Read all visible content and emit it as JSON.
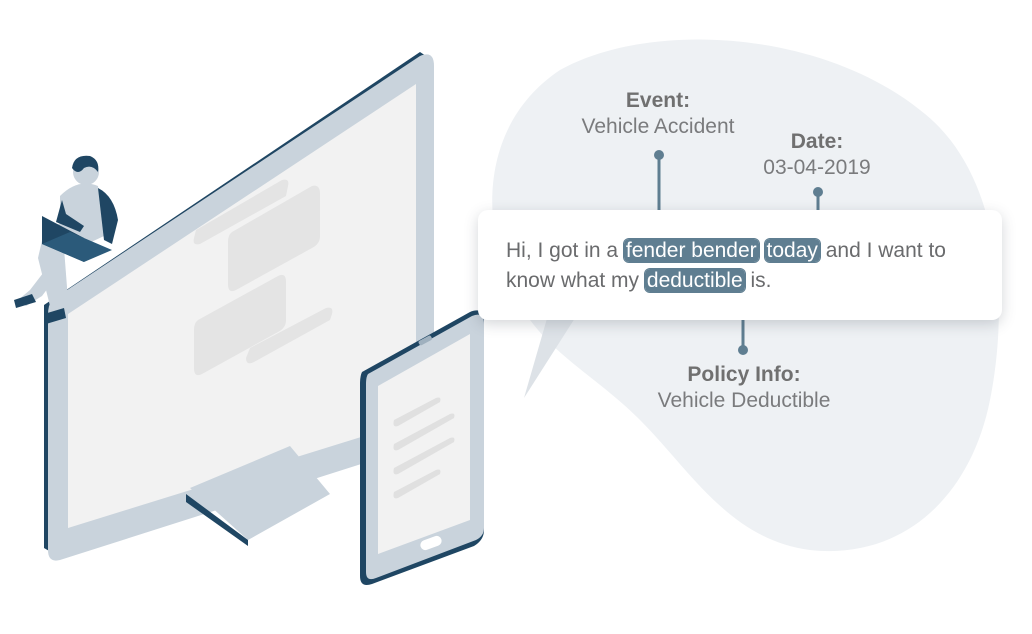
{
  "annotations": {
    "event": {
      "title": "Event:",
      "value": "Vehicle Accident"
    },
    "date": {
      "title": "Date:",
      "value": "03-04-2019"
    },
    "policy": {
      "title": "Policy Info:",
      "value": "Vehicle Deductible"
    }
  },
  "message": {
    "part1": "Hi, I got in a ",
    "highlight1": "fender bender",
    "part2": " ",
    "highlight2": "today",
    "part3": " and I want to know what my ",
    "highlight3": "deductible",
    "part4": " is."
  },
  "colors": {
    "accent": "#5f7e91",
    "monitor_frame": "#c9d3dc",
    "monitor_dark": "#1f4663",
    "blob": "#eef1f4"
  }
}
